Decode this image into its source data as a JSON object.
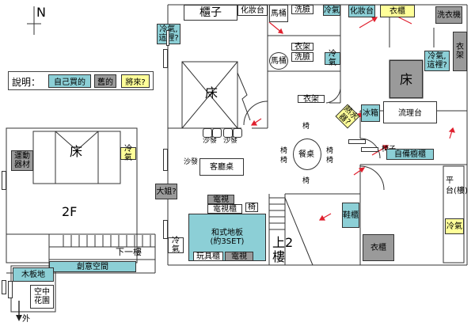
{
  "compass": {
    "n": "N"
  },
  "legend": {
    "title": "說明：",
    "self_bought": "自己買的",
    "old": "舊的",
    "future": "將來?"
  },
  "floor2": {
    "bed": "床",
    "exercise": "運動\n器材",
    "ac": "冷氣",
    "floor_label": "2F",
    "down_stairs": "下一樓",
    "creative": "創意空間",
    "wood_floor": "木板地",
    "garden": "空中\n花園",
    "out": "外"
  },
  "main": {
    "cabinet_top": "櫃子",
    "makeup": "化妝台",
    "toilet1": "馬桶",
    "basin1": "洗臉",
    "ac_top1": "冷氣",
    "ac_top_left": "冷氣,\n這裡?",
    "bed_main": "床",
    "clothes_rack1": "衣架",
    "toilet2": "馬桶",
    "basin2": "洗臉",
    "ac_mid": "冷氣",
    "clothes_rack2": "衣架",
    "sofa1": "沙發",
    "sofa2": "沙發",
    "sofa3": "沙發",
    "living_table": "客廳桌",
    "dining_table": "餐桌",
    "chair": "椅",
    "big_sister": "大姐?",
    "tv_top": "電視",
    "tv_cabinet": "電視櫃",
    "tatami": "和式地板\n(約3SET)",
    "toy_cabinet": "玩具櫃",
    "tv_bottom": "電視",
    "ac_left": "冷氣",
    "stair_up": "上2\n樓",
    "makeup2": "化妝台",
    "wardrobe_top": "衣櫃",
    "washer": "洗衣機",
    "clothes_rack3": "衣架",
    "ac_right": "冷氣,\n這裡?",
    "bed_right": "床",
    "water_heater": "熱水\n器?",
    "fridge": "冰箱",
    "kitchen_counter": "流理台",
    "chair2": "椅子",
    "cupboard": "自備櫥櫃",
    "platform": "平\n台(樓)",
    "ac_platform": "冷氣",
    "shoe_cabinet": "鞋櫃",
    "wardrobe_bottom": "衣櫃"
  },
  "colors": {
    "teal": "#8ccfd6",
    "gray": "#9a9a9a",
    "yellow": "#ffff99",
    "arrow": "#e0202e"
  }
}
